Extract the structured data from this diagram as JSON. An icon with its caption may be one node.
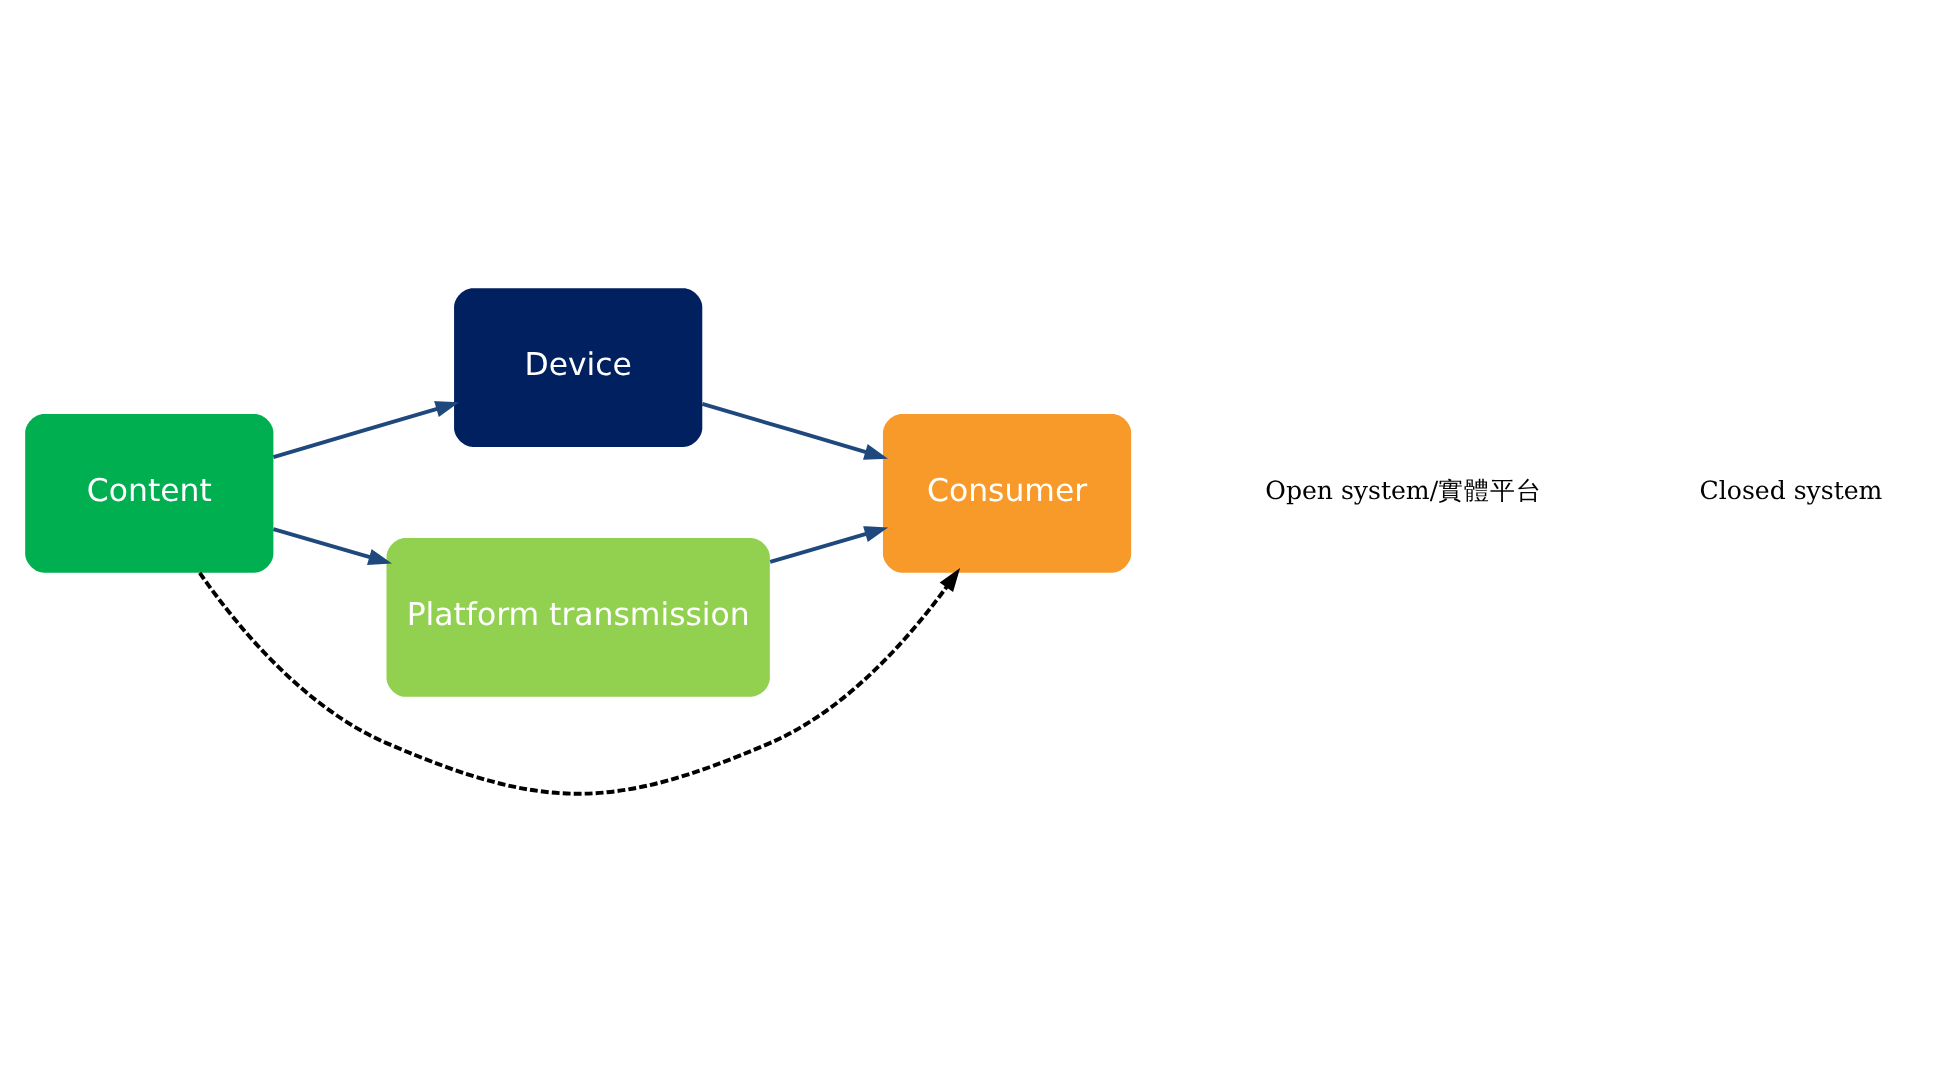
{
  "diagram": {
    "nodes": [
      {
        "text": [
          "Content"
        ]
      },
      {
        "text": [
          "Device"
        ]
      },
      {
        "text": [
          "Platform transmission"
        ]
      },
      {
        "text": [
          "Consumer"
        ]
      }
    ],
    "edges": [
      {
        "from": 0,
        "to": 1,
        "arrow": "to"
      },
      {
        "from": 0,
        "to": 2,
        "arrow": "to"
      },
      {
        "from": 1,
        "to": 3,
        "arrow": "to"
      },
      {
        "from": 2,
        "to": 3,
        "arrow": "to"
      },
      {
        "from": 0,
        "to": 3,
        "arrow": "to",
        "style": "dashed",
        "color": "#000000"
      }
    ],
    "legend": [
      {
        "text": "Open system/實體平台"
      },
      {
        "text": "Closed system"
      }
    ]
  }
}
